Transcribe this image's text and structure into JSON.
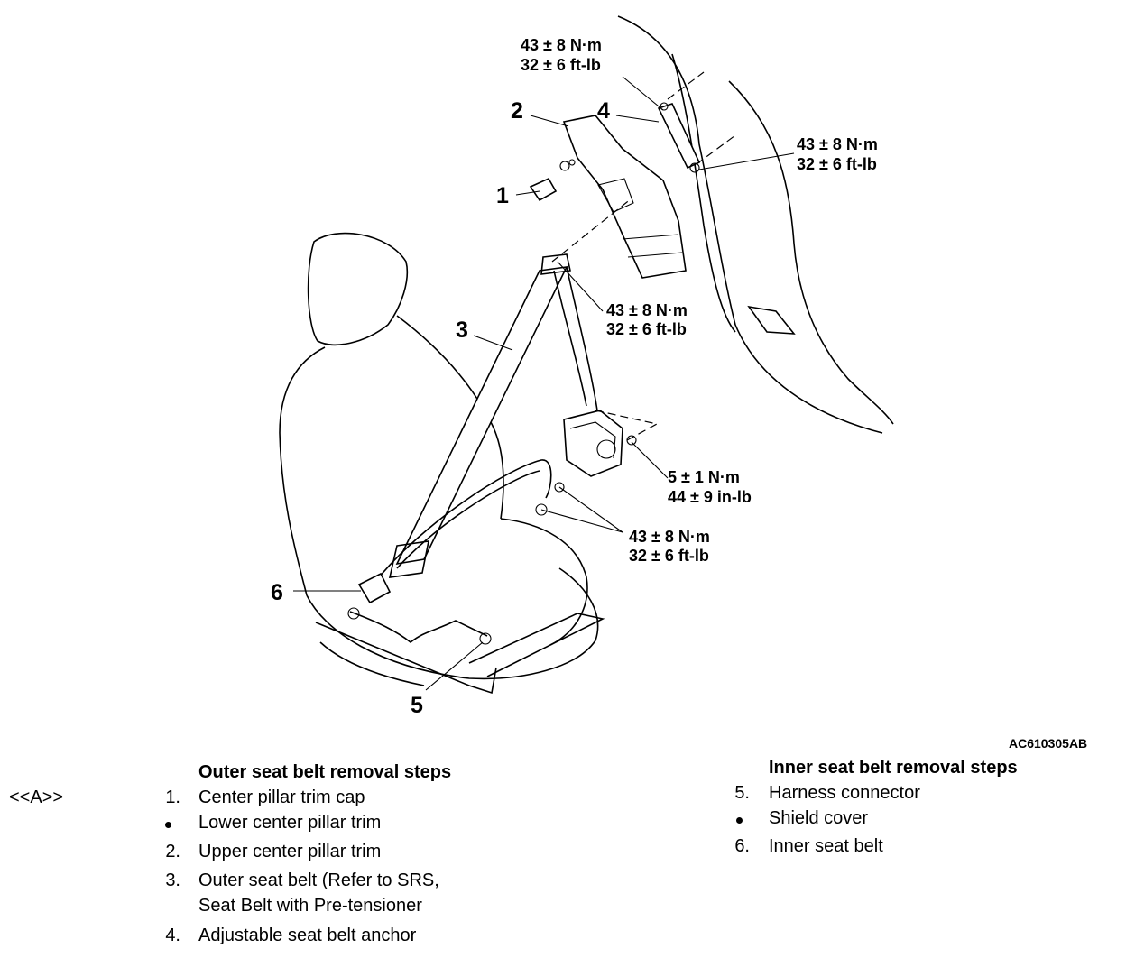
{
  "diagram": {
    "callouts": [
      "1",
      "2",
      "3",
      "4",
      "5",
      "6"
    ],
    "torque_specs": [
      {
        "line1": "43 ± 8 N·m",
        "line2": "32 ± 6 ft-lb"
      },
      {
        "line1": "43 ± 8 N·m",
        "line2": "32 ± 6 ft-lb"
      },
      {
        "line1": "43 ± 8 N·m",
        "line2": "32 ± 6 ft-lb"
      },
      {
        "line1": "5 ± 1 N·m",
        "line2": "44 ± 9 in-lb"
      },
      {
        "line1": "43 ± 8 N·m",
        "line2": "32 ± 6 ft-lb"
      }
    ],
    "figure_code": "AC610305AB"
  },
  "marker": "<<A>>",
  "outer_steps": {
    "heading": "Outer seat belt removal steps",
    "items": [
      {
        "num": "1.",
        "text": "Center pillar trim cap"
      },
      {
        "num": "•",
        "text": "Lower center pillar trim"
      },
      {
        "num": "2.",
        "text": "Upper center pillar trim"
      },
      {
        "num": "3.",
        "text": "Outer seat belt (Refer to  SRS,",
        "text2": "Seat Belt with Pre-tensioner"
      },
      {
        "num": "4.",
        "text": "Adjustable seat belt anchor"
      }
    ]
  },
  "inner_steps": {
    "heading": "Inner seat belt removal steps",
    "items": [
      {
        "num": "5.",
        "text": "Harness connector"
      },
      {
        "num": "•",
        "text": "Shield cover"
      },
      {
        "num": "6.",
        "text": "Inner seat belt"
      }
    ]
  }
}
